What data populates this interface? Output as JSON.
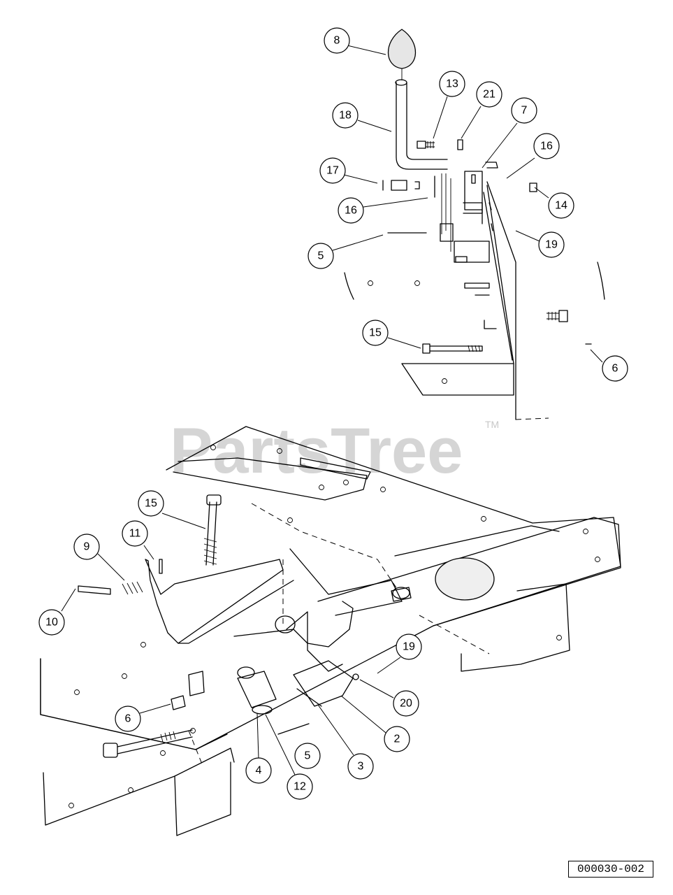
{
  "diagram": {
    "watermark": "PartsTree",
    "watermark_mark": "TM",
    "reference_code": "000030-002",
    "callouts_upper": [
      "8",
      "13",
      "21",
      "7",
      "18",
      "16",
      "14",
      "17",
      "16",
      "19",
      "5",
      "15",
      "6"
    ],
    "callouts_lower": [
      "15",
      "11",
      "9",
      "10",
      "19",
      "20",
      "6",
      "2",
      "5",
      "3",
      "4",
      "12"
    ]
  }
}
